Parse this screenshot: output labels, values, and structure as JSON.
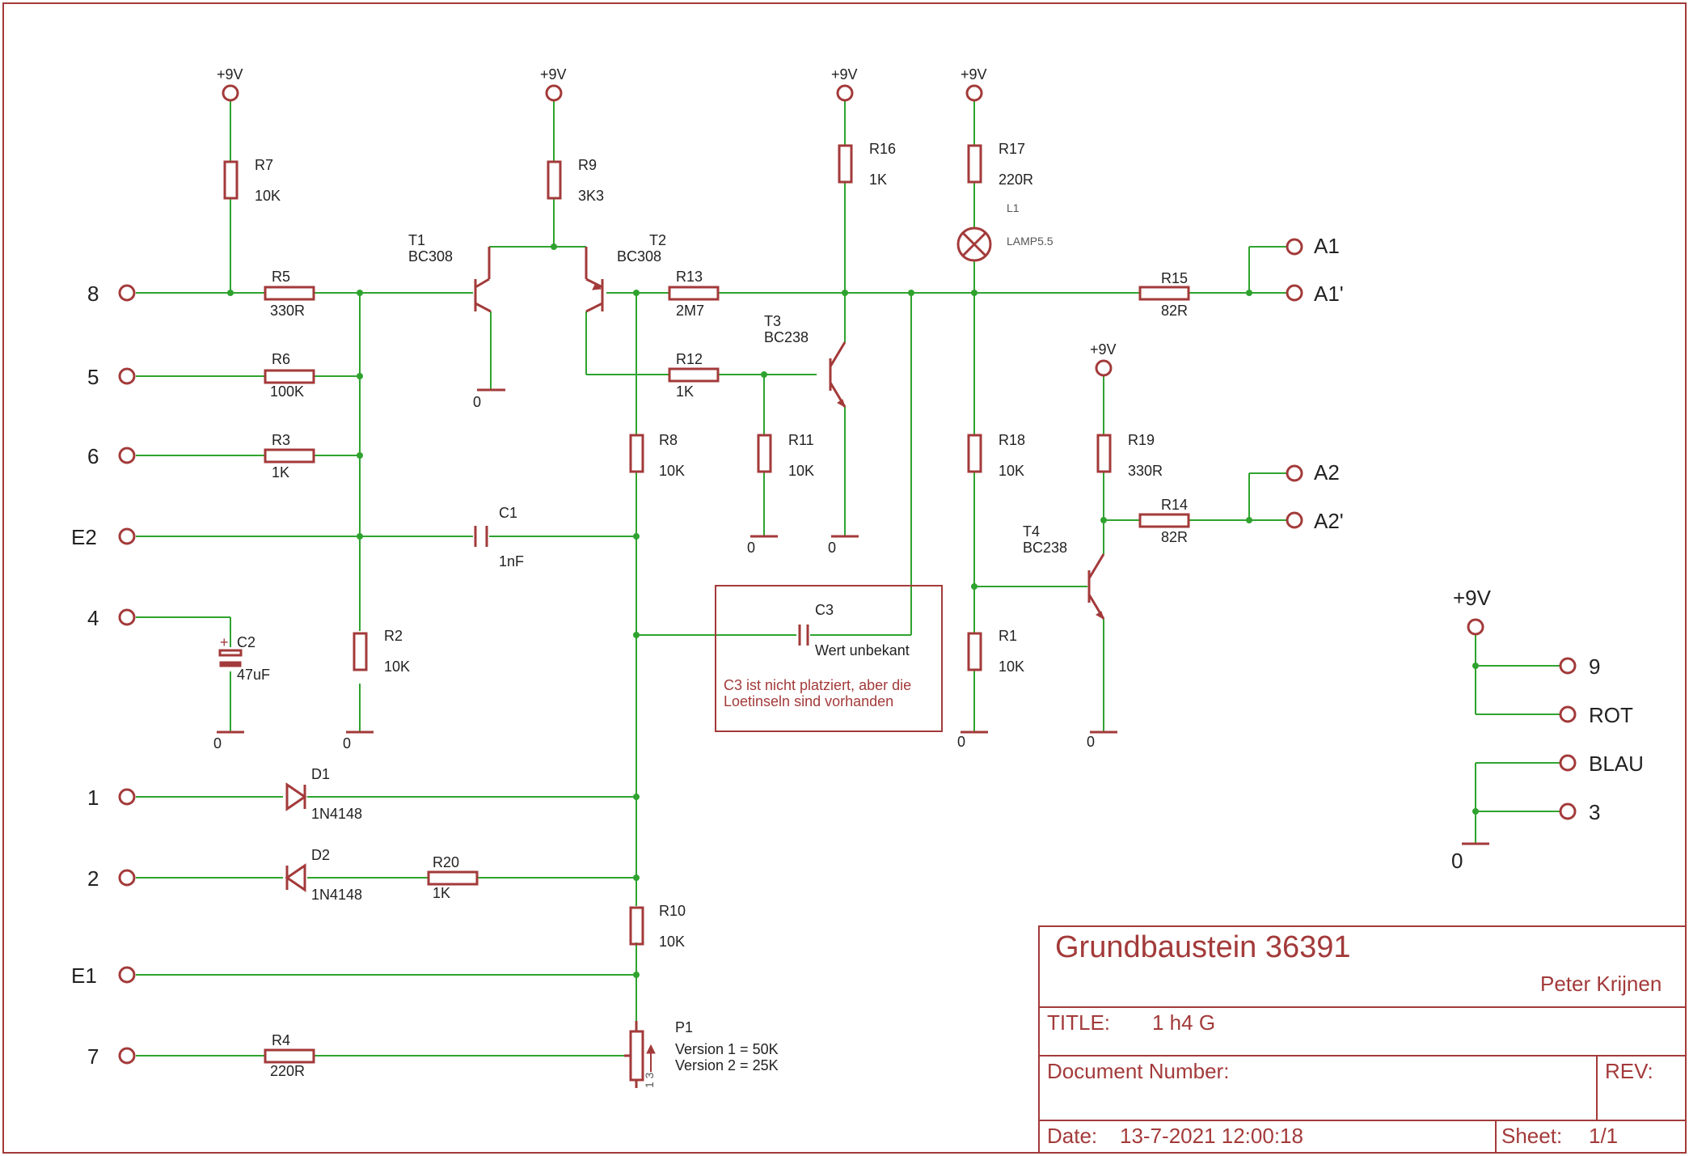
{
  "connectors": {
    "c8": "8",
    "c5": "5",
    "c6": "6",
    "cE2": "E2",
    "c4": "4",
    "c1": "1",
    "c2": "2",
    "cE1": "E1",
    "c7": "7",
    "A1": "A1",
    "A1p": "A1'",
    "A2": "A2",
    "A2p": "A2'",
    "c9": "9",
    "ROT": "ROT",
    "BLAU": "BLAU",
    "c3": "3"
  },
  "supplies": {
    "vcc": "+9V",
    "gnd": "0"
  },
  "components": {
    "R1": {
      "ref": "R1",
      "value": "10K"
    },
    "R2": {
      "ref": "R2",
      "value": "10K"
    },
    "R3": {
      "ref": "R3",
      "value": "1K"
    },
    "R4": {
      "ref": "R4",
      "value": "220R"
    },
    "R5": {
      "ref": "R5",
      "value": "330R"
    },
    "R6": {
      "ref": "R6",
      "value": "100K"
    },
    "R7": {
      "ref": "R7",
      "value": "10K"
    },
    "R8": {
      "ref": "R8",
      "value": "10K"
    },
    "R9": {
      "ref": "R9",
      "value": "3K3"
    },
    "R10": {
      "ref": "R10",
      "value": "10K"
    },
    "R11": {
      "ref": "R11",
      "value": "10K"
    },
    "R12": {
      "ref": "R12",
      "value": "1K"
    },
    "R13": {
      "ref": "R13",
      "value": "2M7"
    },
    "R14": {
      "ref": "R14",
      "value": "82R"
    },
    "R15": {
      "ref": "R15",
      "value": "82R"
    },
    "R16": {
      "ref": "R16",
      "value": "1K"
    },
    "R17": {
      "ref": "R17",
      "value": "220R"
    },
    "R18": {
      "ref": "R18",
      "value": "10K"
    },
    "R19": {
      "ref": "R19",
      "value": "330R"
    },
    "R20": {
      "ref": "R20",
      "value": "1K"
    },
    "C1": {
      "ref": "C1",
      "value": "1nF"
    },
    "C2": {
      "ref": "C2",
      "value": "47uF"
    },
    "C3": {
      "ref": "C3",
      "value": "Wert unbekant"
    },
    "D1": {
      "ref": "D1",
      "value": "1N4148"
    },
    "D2": {
      "ref": "D2",
      "value": "1N4148"
    },
    "T1": {
      "ref": "T1",
      "value": "BC308"
    },
    "T2": {
      "ref": "T2",
      "value": "BC308"
    },
    "T3": {
      "ref": "T3",
      "value": "BC238"
    },
    "T4": {
      "ref": "T4",
      "value": "BC238"
    },
    "L1": {
      "ref": "L1",
      "value": "LAMP5.5"
    },
    "P1": {
      "ref": "P1",
      "line1": "Version 1 = 50K",
      "line2": "Version 2 = 25K",
      "pins": "1 3"
    }
  },
  "notes": {
    "c3_line1": "C3 ist nicht platziert, aber die",
    "c3_line2": "Loetinseln sind vorhanden",
    "c2_plus": "+"
  },
  "title_block": {
    "title": "Grundbaustein 36391",
    "author": "Peter Krijnen",
    "title_label": "TITLE:",
    "title_value": "1 h4 G",
    "doc_label": "Document Number:",
    "rev_label": "REV:",
    "date_label": "Date:",
    "date_value": "13-7-2021 12:00:18",
    "sheet_label": "Sheet:",
    "sheet_value": "1/1"
  },
  "colors": {
    "wire": "#2fa32f",
    "symbol": "#a33a3a",
    "text": "#222222"
  }
}
